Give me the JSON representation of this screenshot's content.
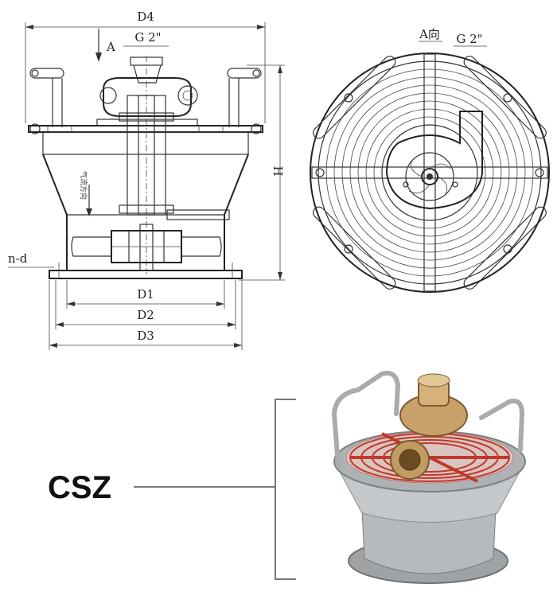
{
  "side_view": {
    "dim_d4": "D4",
    "dim_g2": "G 2\"",
    "arrow_a": "A",
    "dim_h": "H",
    "dim_nd": "n-d",
    "dim_d1": "D1",
    "dim_d2": "D2",
    "dim_d3": "D3",
    "flow_note": "气流方向"
  },
  "top_view": {
    "view_label": "A向",
    "dim_g2": "G 2\""
  },
  "product": {
    "model": "CSZ"
  },
  "colors": {
    "line": "#333333",
    "coil": "#c0392b",
    "metal": "#b9bcbf",
    "brass": "#c8a26a"
  }
}
